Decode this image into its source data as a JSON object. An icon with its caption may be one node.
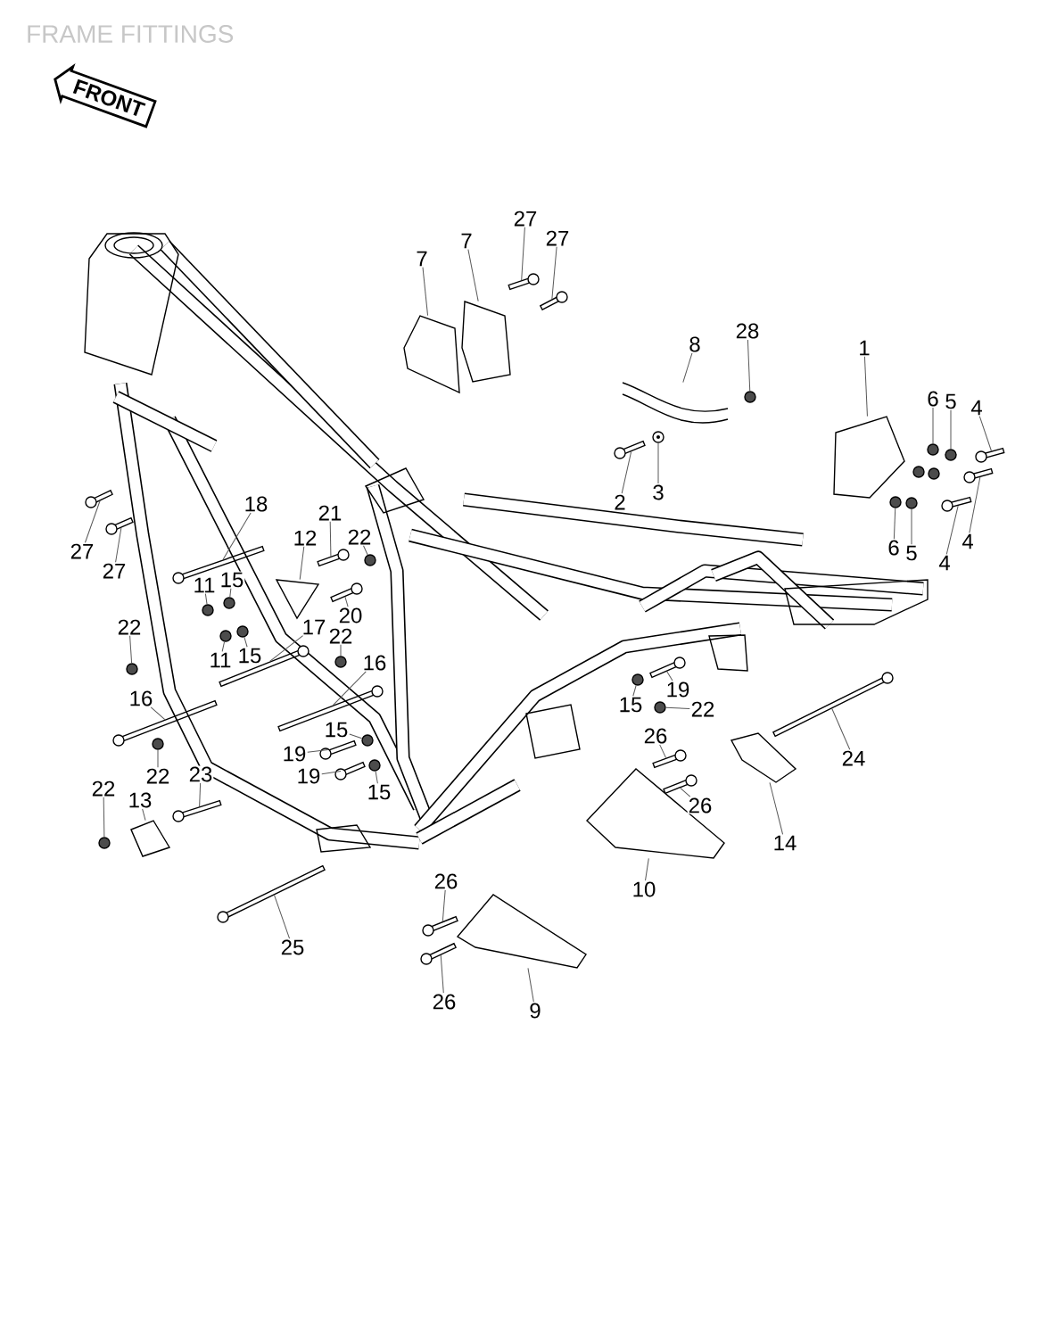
{
  "diagram": {
    "title": "FRAME FITTINGS",
    "nodes": [
      {
        "text": [
          "FRONT"
        ]
      },
      {
        "text": [
          "7"
        ]
      },
      {
        "text": [
          "7"
        ]
      },
      {
        "text": [
          "27"
        ]
      },
      {
        "text": [
          "27"
        ]
      },
      {
        "text": [
          "8"
        ]
      },
      {
        "text": [
          "28"
        ]
      },
      {
        "text": [
          "1"
        ]
      },
      {
        "text": [
          "6"
        ]
      },
      {
        "text": [
          "5"
        ]
      },
      {
        "text": [
          "4"
        ]
      },
      {
        "text": [
          "2"
        ]
      },
      {
        "text": [
          "3"
        ]
      },
      {
        "text": [
          "6"
        ]
      },
      {
        "text": [
          "5"
        ]
      },
      {
        "text": [
          "4"
        ]
      },
      {
        "text": [
          "4"
        ]
      },
      {
        "text": [
          "27"
        ]
      },
      {
        "text": [
          "27"
        ]
      },
      {
        "text": [
          "18"
        ]
      },
      {
        "text": [
          "21"
        ]
      },
      {
        "text": [
          "12"
        ]
      },
      {
        "text": [
          "22"
        ]
      },
      {
        "text": [
          "11"
        ]
      },
      {
        "text": [
          "15"
        ]
      },
      {
        "text": [
          "20"
        ]
      },
      {
        "text": [
          "17"
        ]
      },
      {
        "text": [
          "22"
        ]
      },
      {
        "text": [
          "22"
        ]
      },
      {
        "text": [
          "11"
        ]
      },
      {
        "text": [
          "15"
        ]
      },
      {
        "text": [
          "16"
        ]
      },
      {
        "text": [
          "16"
        ]
      },
      {
        "text": [
          "15"
        ]
      },
      {
        "text": [
          "19"
        ]
      },
      {
        "text": [
          "19"
        ]
      },
      {
        "text": [
          "15"
        ]
      },
      {
        "text": [
          "22"
        ]
      },
      {
        "text": [
          "23"
        ]
      },
      {
        "text": [
          "22"
        ]
      },
      {
        "text": [
          "13"
        ]
      },
      {
        "text": [
          "19"
        ]
      },
      {
        "text": [
          "15"
        ]
      },
      {
        "text": [
          "22"
        ]
      },
      {
        "text": [
          "26"
        ]
      },
      {
        "text": [
          "24"
        ]
      },
      {
        "text": [
          "26"
        ]
      },
      {
        "text": [
          "14"
        ]
      },
      {
        "text": [
          "10"
        ]
      },
      {
        "text": [
          "25"
        ]
      },
      {
        "text": [
          "26"
        ]
      },
      {
        "text": [
          "26"
        ]
      },
      {
        "text": [
          "9"
        ]
      },
      {
        "text": [],
        "shape": "plate"
      },
      {
        "text": [],
        "shape": "plate"
      },
      {
        "text": [],
        "shape": "bolt"
      },
      {
        "text": [],
        "shape": "bolt"
      },
      {
        "text": [],
        "shape": "bracket"
      },
      {
        "text": [],
        "shape": "nut"
      },
      {
        "text": [],
        "shape": "plate"
      },
      {
        "text": [],
        "shape": "nut"
      },
      {
        "text": [],
        "shape": "nut"
      },
      {
        "text": [],
        "shape": "bolt"
      },
      {
        "text": [],
        "shape": "bolt"
      },
      {
        "text": [],
        "shape": "washer"
      },
      {
        "text": [],
        "shape": "nut"
      },
      {
        "text": [],
        "shape": "nut"
      },
      {
        "text": [],
        "shape": "bolt"
      },
      {
        "text": [],
        "shape": "bolt"
      },
      {
        "text": [],
        "shape": "bolt"
      },
      {
        "text": [],
        "shape": "bolt"
      },
      {
        "text": [],
        "shape": "bolt"
      },
      {
        "text": [],
        "shape": "bolt"
      },
      {
        "text": [],
        "shape": "plate"
      },
      {
        "text": [],
        "shape": "nut"
      },
      {
        "text": [],
        "shape": "nut"
      },
      {
        "text": [],
        "shape": "nut"
      },
      {
        "text": [],
        "shape": "bolt"
      },
      {
        "text": [],
        "shape": "bolt"
      },
      {
        "text": [],
        "shape": "nut"
      },
      {
        "text": [],
        "shape": "nut"
      },
      {
        "text": [],
        "shape": "nut"
      },
      {
        "text": [],
        "shape": "nut"
      },
      {
        "text": [],
        "shape": "bolt"
      },
      {
        "text": [],
        "shape": "bolt"
      },
      {
        "text": [],
        "shape": "nut"
      },
      {
        "text": [],
        "shape": "bolt"
      },
      {
        "text": [],
        "shape": "bolt"
      },
      {
        "text": [],
        "shape": "nut"
      },
      {
        "text": [],
        "shape": "nut"
      },
      {
        "text": [],
        "shape": "bolt"
      },
      {
        "text": [],
        "shape": "nut"
      },
      {
        "text": [],
        "shape": "plate"
      },
      {
        "text": [],
        "shape": "bolt"
      },
      {
        "text": [],
        "shape": "nut"
      },
      {
        "text": [],
        "shape": "nut"
      },
      {
        "text": [],
        "shape": "bolt"
      },
      {
        "text": [],
        "shape": "bolt"
      },
      {
        "text": [],
        "shape": "bolt"
      },
      {
        "text": [],
        "shape": "plate"
      },
      {
        "text": [],
        "shape": "plate"
      },
      {
        "text": [],
        "shape": "bolt"
      },
      {
        "text": [],
        "shape": "bolt"
      },
      {
        "text": [],
        "shape": "bolt"
      },
      {
        "text": [],
        "shape": "plate"
      },
      {
        "text": [],
        "shape": "nut"
      },
      {
        "text": [],
        "shape": "nut"
      }
    ],
    "edges": [
      {
        "from": 1,
        "to": 53,
        "arrow": "none"
      },
      {
        "from": 2,
        "to": 54,
        "arrow": "none"
      },
      {
        "from": 3,
        "to": 55,
        "arrow": "none"
      },
      {
        "from": 4,
        "to": 56,
        "arrow": "none"
      },
      {
        "from": 5,
        "to": 57,
        "arrow": "none"
      },
      {
        "from": 6,
        "to": 58,
        "arrow": "none"
      },
      {
        "from": 7,
        "to": 59,
        "arrow": "none"
      },
      {
        "from": 8,
        "to": 60,
        "arrow": "none"
      },
      {
        "from": 9,
        "to": 61,
        "arrow": "none"
      },
      {
        "from": 10,
        "to": 62,
        "arrow": "none"
      },
      {
        "from": 11,
        "to": 63,
        "arrow": "none"
      },
      {
        "from": 12,
        "to": 64,
        "arrow": "none"
      },
      {
        "from": 13,
        "to": 65,
        "arrow": "none"
      },
      {
        "from": 14,
        "to": 66,
        "arrow": "none"
      },
      {
        "from": 15,
        "to": 67,
        "arrow": "none"
      },
      {
        "from": 16,
        "to": 68,
        "arrow": "none"
      },
      {
        "from": 17,
        "to": 69,
        "arrow": "none"
      },
      {
        "from": 18,
        "to": 70,
        "arrow": "none"
      },
      {
        "from": 19,
        "to": 71,
        "arrow": "none"
      },
      {
        "from": 20,
        "to": 72,
        "arrow": "none"
      },
      {
        "from": 21,
        "to": 73,
        "arrow": "none"
      },
      {
        "from": 22,
        "to": 74,
        "arrow": "none"
      },
      {
        "from": 23,
        "to": 75,
        "arrow": "none"
      },
      {
        "from": 24,
        "to": 76,
        "arrow": "none"
      },
      {
        "from": 25,
        "to": 77,
        "arrow": "none"
      },
      {
        "from": 26,
        "to": 78,
        "arrow": "none"
      },
      {
        "from": 27,
        "to": 79,
        "arrow": "none"
      },
      {
        "from": 28,
        "to": 80,
        "arrow": "none"
      },
      {
        "from": 29,
        "to": 81,
        "arrow": "none"
      },
      {
        "from": 30,
        "to": 82,
        "arrow": "none"
      },
      {
        "from": 31,
        "to": 83,
        "arrow": "none"
      },
      {
        "from": 32,
        "to": 84,
        "arrow": "none"
      },
      {
        "from": 33,
        "to": 85,
        "arrow": "none"
      },
      {
        "from": 34,
        "to": 86,
        "arrow": "none"
      },
      {
        "from": 35,
        "to": 87,
        "arrow": "none"
      },
      {
        "from": 36,
        "to": 88,
        "arrow": "none"
      },
      {
        "from": 37,
        "to": 89,
        "arrow": "none"
      },
      {
        "from": 38,
        "to": 90,
        "arrow": "none"
      },
      {
        "from": 39,
        "to": 91,
        "arrow": "none"
      },
      {
        "from": 40,
        "to": 92,
        "arrow": "none"
      },
      {
        "from": 41,
        "to": 93,
        "arrow": "none"
      },
      {
        "from": 42,
        "to": 94,
        "arrow": "none"
      },
      {
        "from": 43,
        "to": 95,
        "arrow": "none"
      },
      {
        "from": 44,
        "to": 96,
        "arrow": "none"
      },
      {
        "from": 45,
        "to": 97,
        "arrow": "none"
      },
      {
        "from": 46,
        "to": 98,
        "arrow": "none"
      },
      {
        "from": 47,
        "to": 99,
        "arrow": "none"
      },
      {
        "from": 48,
        "to": 100,
        "arrow": "none"
      },
      {
        "from": 49,
        "to": 101,
        "arrow": "none"
      },
      {
        "from": 50,
        "to": 102,
        "arrow": "none"
      },
      {
        "from": 51,
        "to": 103,
        "arrow": "none"
      },
      {
        "from": 52,
        "to": 104,
        "arrow": "none"
      }
    ]
  }
}
